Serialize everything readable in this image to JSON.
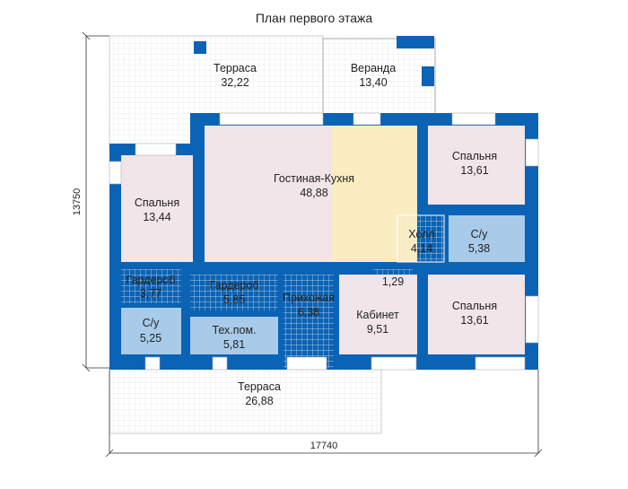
{
  "title": "План первого этажа",
  "colors": {
    "wall": "#0b63b5",
    "living": "#f1e5ea",
    "kitchen": "#fbedc2",
    "wet": "#a8cbe9",
    "grid": "#dfe3e8"
  },
  "dimensions": {
    "height": "13750",
    "width": "17740"
  },
  "rooms": [
    {
      "name": "Терраса",
      "area": "32,22"
    },
    {
      "name": "Веранда",
      "area": "13,40"
    },
    {
      "name": "Гостиная-Кухня",
      "area": "48,88"
    },
    {
      "name": "Спальня",
      "area": "13,61"
    },
    {
      "name": "Спальня",
      "area": "13,44"
    },
    {
      "name": "Холл",
      "area": "4,14"
    },
    {
      "name": "С/у",
      "area": "5,38"
    },
    {
      "name": "Гардероб",
      "area": "3,77"
    },
    {
      "name": "Гардероб",
      "area": "5,85"
    },
    {
      "name": "Прихожая",
      "area": "6,38"
    },
    {
      "name": "Кабинет",
      "area": "9,51"
    },
    {
      "name": "",
      "area": "1,29"
    },
    {
      "name": "Спальня",
      "area": "13,61"
    },
    {
      "name": "С/у",
      "area": "5,25"
    },
    {
      "name": "Тех.пом.",
      "area": "5,81"
    },
    {
      "name": "Терраса",
      "area": "26,88"
    }
  ]
}
